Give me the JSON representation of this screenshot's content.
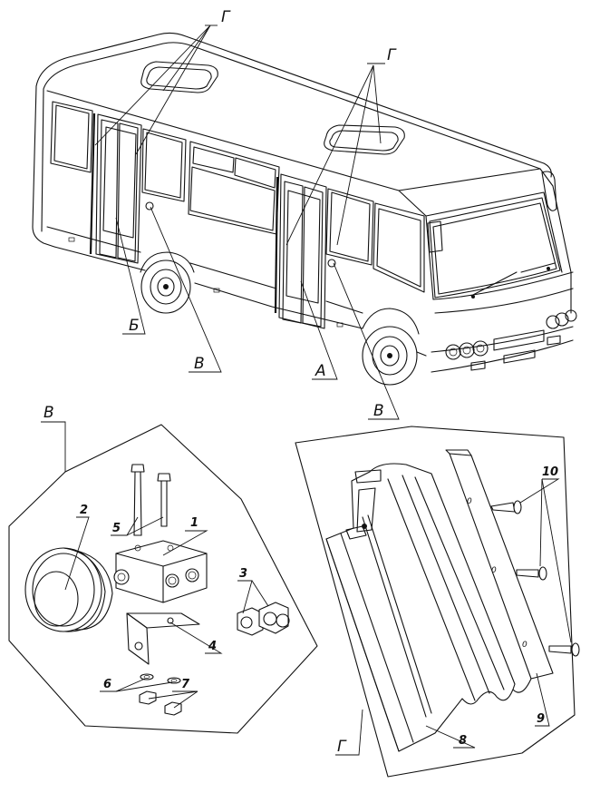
{
  "callouts": {
    "G1": "Г",
    "G2": "Г",
    "B_bus": "Б",
    "V1": "В",
    "V2": "В",
    "A": "А",
    "V_detail": "В",
    "G_detail": "Г"
  },
  "parts": {
    "p1": "1",
    "p2": "2",
    "p3": "3",
    "p4": "4",
    "p5": "5",
    "p6": "6",
    "p7": "7",
    "p8": "8",
    "p9": "9",
    "p10": "10"
  }
}
